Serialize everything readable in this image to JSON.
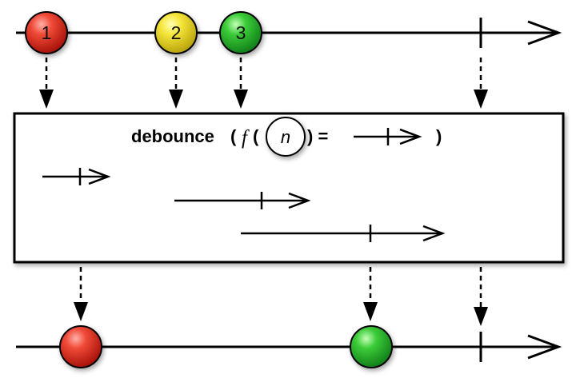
{
  "operator": {
    "name": "debounce",
    "open_paren": "(",
    "func_symbol": "f",
    "func_paren": "(",
    "param": "n",
    "close_and_equals": ") =",
    "close_paren": ")"
  },
  "source_stream": {
    "items": [
      {
        "label": "1",
        "color": "#e32a1c"
      },
      {
        "label": "2",
        "color": "#e6d21a"
      },
      {
        "label": "3",
        "color": "#27b52d"
      }
    ],
    "completes": true
  },
  "result_stream": {
    "items": [
      {
        "color": "#e32a1c"
      },
      {
        "color": "#27b52d"
      }
    ],
    "completes": true
  },
  "colors": {
    "line": "#000000",
    "box_border": "#000000",
    "background": "#ffffff"
  }
}
